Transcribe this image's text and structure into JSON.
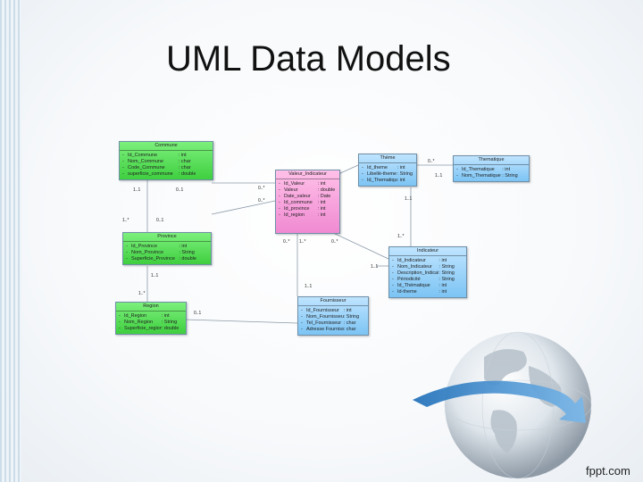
{
  "slide": {
    "title": "UML Data Models",
    "logo": "fppt.com"
  },
  "classes": {
    "commune": {
      "name": "Commune",
      "rows": [
        {
          "vis": "-",
          "name": "Id_Commune",
          "type": ": int"
        },
        {
          "vis": "-",
          "name": "Nom_Commune",
          "type": ": char"
        },
        {
          "vis": "-",
          "name": "Code_Commune",
          "type": ": char"
        },
        {
          "vis": "-",
          "name": "superficie_commune",
          "type": ": double"
        }
      ]
    },
    "province": {
      "name": "Province",
      "rows": [
        {
          "vis": "-",
          "name": "Id_Province",
          "type": ": int"
        },
        {
          "vis": "-",
          "name": "Nom_Province",
          "type": ": String"
        },
        {
          "vis": "-",
          "name": "Superficie_Province",
          "type": ": double"
        }
      ]
    },
    "region": {
      "name": "Region",
      "rows": [
        {
          "vis": "-",
          "name": "Id_Region",
          "type": ": int"
        },
        {
          "vis": "-",
          "name": "Nom_Region",
          "type": ": String"
        },
        {
          "vis": "-",
          "name": "Superficie_region",
          "type": ": double"
        }
      ]
    },
    "valeur": {
      "name": "Valeur_Indicateur",
      "rows": [
        {
          "vis": "-",
          "name": "Id_Valeur",
          "type": ": int"
        },
        {
          "vis": "-",
          "name": "Valeur",
          "type": ": double"
        },
        {
          "vis": "-",
          "name": "Date_valeur",
          "type": ": Date"
        },
        {
          "vis": "-",
          "name": "Id_commune",
          "type": ": int"
        },
        {
          "vis": "-",
          "name": "Id_province",
          "type": ": int"
        },
        {
          "vis": "-",
          "name": "Id_region",
          "type": ": int"
        }
      ]
    },
    "theme": {
      "name": "Thème",
      "rows": [
        {
          "vis": "-",
          "name": "Id_theme",
          "type": ": int"
        },
        {
          "vis": "-",
          "name": "Libellé-theme",
          "type": ": String"
        },
        {
          "vis": "-",
          "name": "Id_Thematique",
          "type": ": int"
        }
      ]
    },
    "thematique": {
      "name": "Thematique",
      "rows": [
        {
          "vis": "-",
          "name": "Id_Thematique",
          "type": ": int"
        },
        {
          "vis": "-",
          "name": "Nom_Thematique",
          "type": ": String"
        }
      ]
    },
    "indicateur": {
      "name": "Indicateur",
      "rows": [
        {
          "vis": "-",
          "name": "Id_Indicateur",
          "type": ": int"
        },
        {
          "vis": "-",
          "name": "Nom_Indicateur",
          "type": ": String"
        },
        {
          "vis": "-",
          "name": "Description_Indicateur",
          "type": ": String"
        },
        {
          "vis": "-",
          "name": "Périodicité",
          "type": ": String"
        },
        {
          "vis": "-",
          "name": "Id_Thématique",
          "type": ": int"
        },
        {
          "vis": "-",
          "name": "Id-theme",
          "type": ": int"
        }
      ]
    },
    "fournisseur": {
      "name": "Fournisseur",
      "rows": [
        {
          "vis": "-",
          "name": "Id_Fournisseur",
          "type": ": int"
        },
        {
          "vis": "-",
          "name": "Nom_Fournisseur",
          "type": ": String"
        },
        {
          "vis": "-",
          "name": "Tel_Fournisseur",
          "type": ": char"
        },
        {
          "vis": "-",
          "name": "Adresse Fournisseur",
          "type": ": char"
        }
      ]
    }
  },
  "multiplicities": {
    "m1": "1..1",
    "m2": "0..1",
    "m3": "0..*",
    "m4": "0..*",
    "m5": "1..*",
    "m6": "0..1",
    "m7": "0..*",
    "m8": "1..*",
    "m9": "0..*",
    "m10": "1..1",
    "m11": "1..*",
    "m12": "0..1",
    "m13": "1..1",
    "m14": "0..*",
    "m15": "1..1",
    "m16": "1..*",
    "m17": "1..1",
    "m18": "1..1"
  },
  "icons": {
    "globe": "globe-with-arrow-icon"
  }
}
